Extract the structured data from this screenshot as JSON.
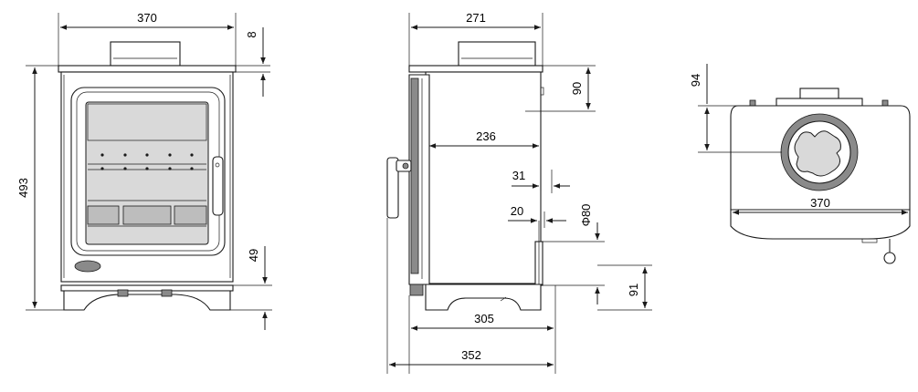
{
  "dimensions": {
    "front_width": "370",
    "top_plate": "8",
    "front_height": "493",
    "leg_height": "49",
    "side_depth_top": "271",
    "flue_offset": "90",
    "side_inner_depth": "236",
    "air_inlet_offset_a": "31",
    "air_inlet_offset_b": "20",
    "air_inlet_diameter": "Φ80",
    "air_inlet_height": "91",
    "side_base_depth": "305",
    "side_overall_depth": "352",
    "top_flue_offset": "94",
    "top_width": "370"
  },
  "colors": {
    "line": "#1a1a1a",
    "glass": "#d9d9d9",
    "background": "#ffffff"
  }
}
